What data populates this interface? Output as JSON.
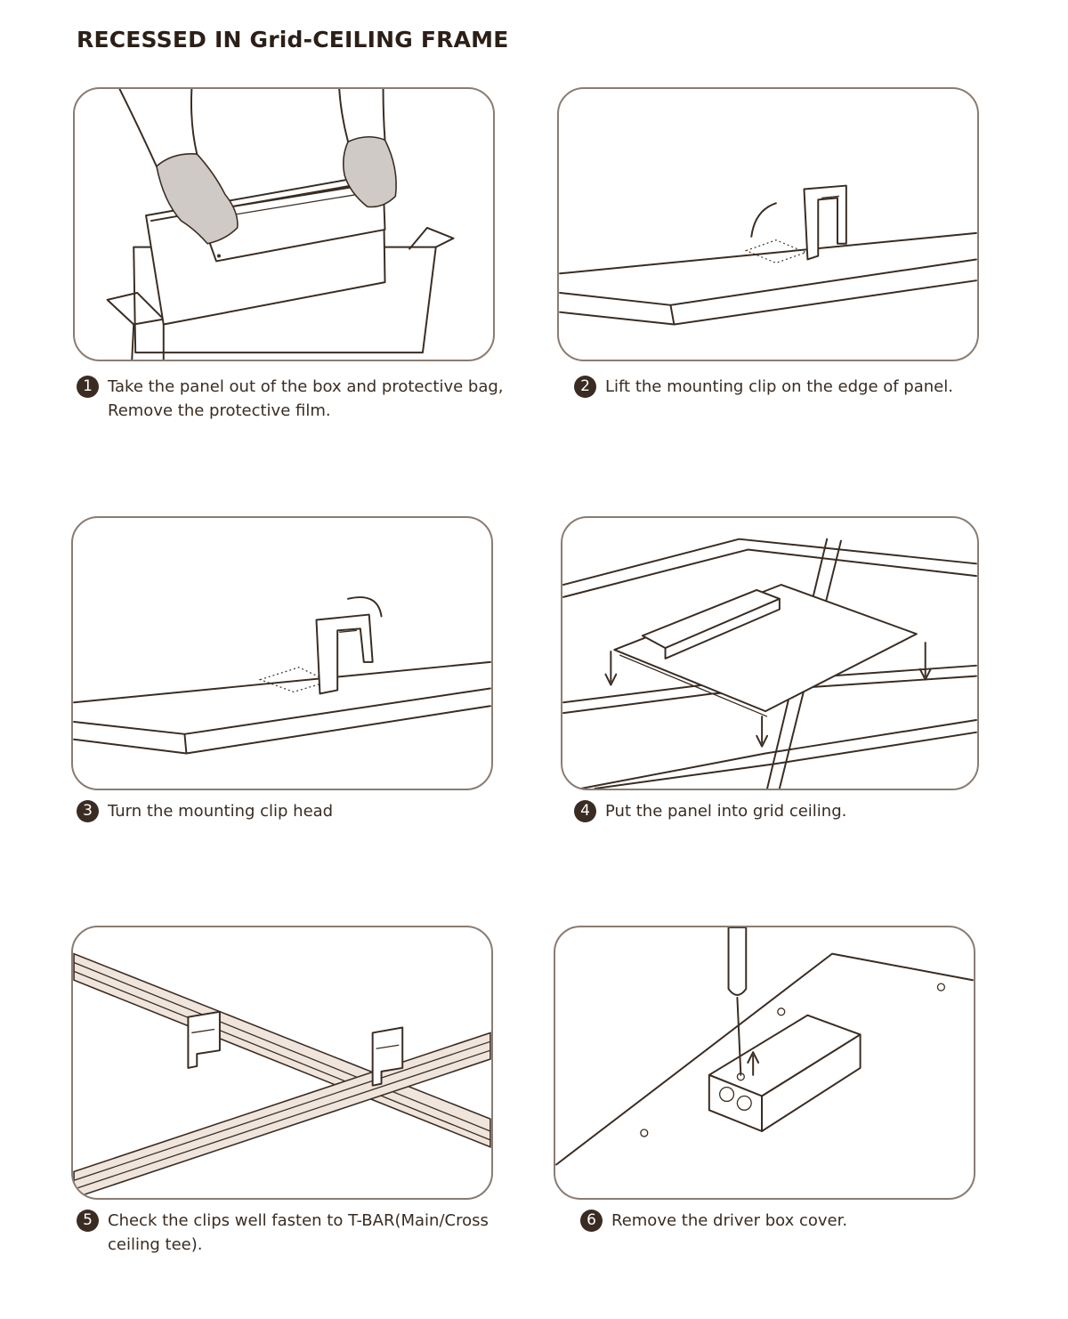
{
  "title": "RECESSED IN Grid-CEILING FRAME",
  "steps": [
    {
      "number": "1",
      "lines": [
        "Take the panel out of the box and protective bag,",
        "Remove the protective film."
      ],
      "icon": "panel-unboxing-illustration"
    },
    {
      "number": "2",
      "lines": [
        "Lift the mounting clip on the edge of panel."
      ],
      "icon": "lift-clip-illustration"
    },
    {
      "number": "3",
      "lines": [
        "Turn the mounting clip head"
      ],
      "icon": "turn-clip-illustration"
    },
    {
      "number": "4",
      "lines": [
        "Put the panel into grid ceiling."
      ],
      "icon": "grid-ceiling-illustration"
    },
    {
      "number": "5",
      "lines": [
        "Check the clips well fasten to T-BAR(Main/Cross",
        "ceiling tee)."
      ],
      "icon": "tbar-clips-illustration"
    },
    {
      "number": "6",
      "lines": [
        "Remove the driver box cover."
      ],
      "icon": "driver-box-illustration"
    }
  ]
}
